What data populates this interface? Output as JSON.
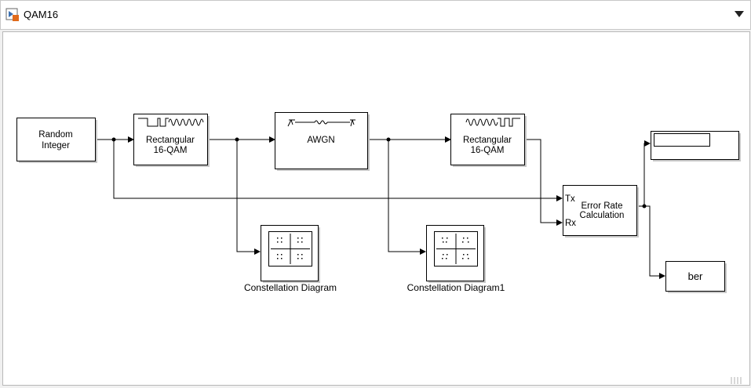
{
  "header": {
    "model_name": "QAM16"
  },
  "blocks": {
    "random_integer": {
      "line1": "Random",
      "line2": "Integer"
    },
    "qam_mod": {
      "line1": "Rectangular",
      "line2": "16-QAM"
    },
    "awgn": {
      "label": "AWGN"
    },
    "qam_demod": {
      "line1": "Rectangular",
      "line2": "16-QAM"
    },
    "error_rate": {
      "port_tx": "Tx",
      "port_rx": "Rx",
      "line1": "Error Rate",
      "line2": "Calculation"
    },
    "ber": {
      "label": "ber"
    },
    "constellation1": {
      "label": "Constellation Diagram"
    },
    "constellation2": {
      "label": "Constellation Diagram1"
    }
  },
  "colors": {
    "icon_orange": "#e06a1b",
    "icon_blue": "#3a6fb0"
  }
}
